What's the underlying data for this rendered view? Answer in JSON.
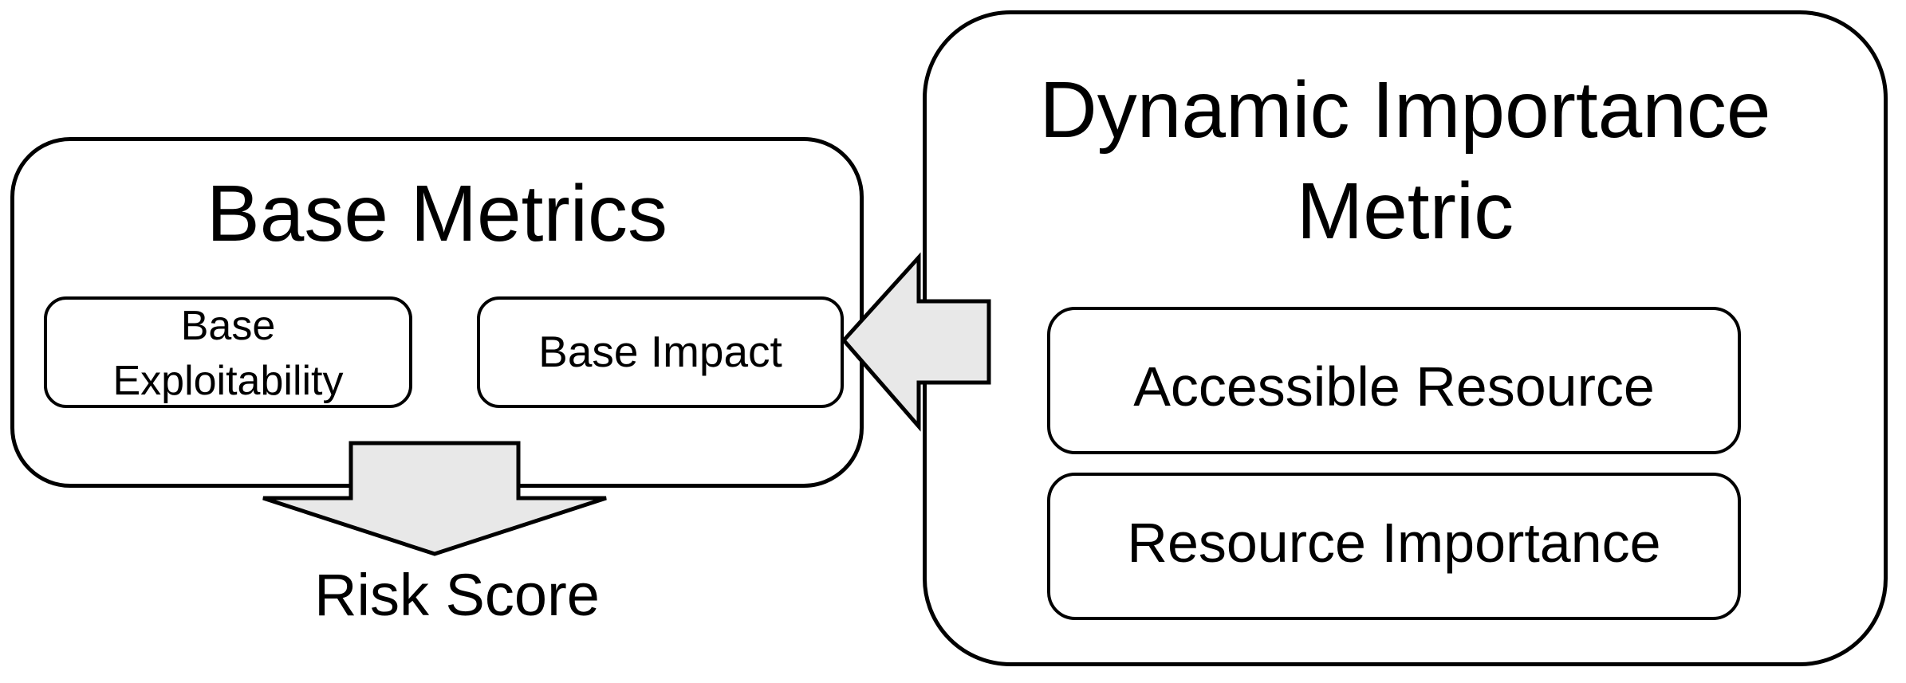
{
  "colors": {
    "background": "#ffffff",
    "box_fill": "#ffffff",
    "box_border": "#000000",
    "text": "#000000",
    "arrow_fill": "#e8e8e8",
    "arrow_stroke": "#000000"
  },
  "base_metrics": {
    "title": "Base Metrics",
    "base_exploitability": {
      "line1": "Base",
      "line2": "Exploitability"
    },
    "base_impact": {
      "label": "Base Impact"
    },
    "risk_score_label": "Risk Score"
  },
  "dynamic_importance": {
    "title_line1": "Dynamic Importance",
    "title_line2": "Metric",
    "accessible_resource": {
      "label": "Accessible Resource"
    },
    "resource_importance": {
      "label": "Resource Importance"
    }
  },
  "icons": {
    "down_arrow": "down-arrow-icon",
    "left_arrow": "left-arrow-icon"
  }
}
